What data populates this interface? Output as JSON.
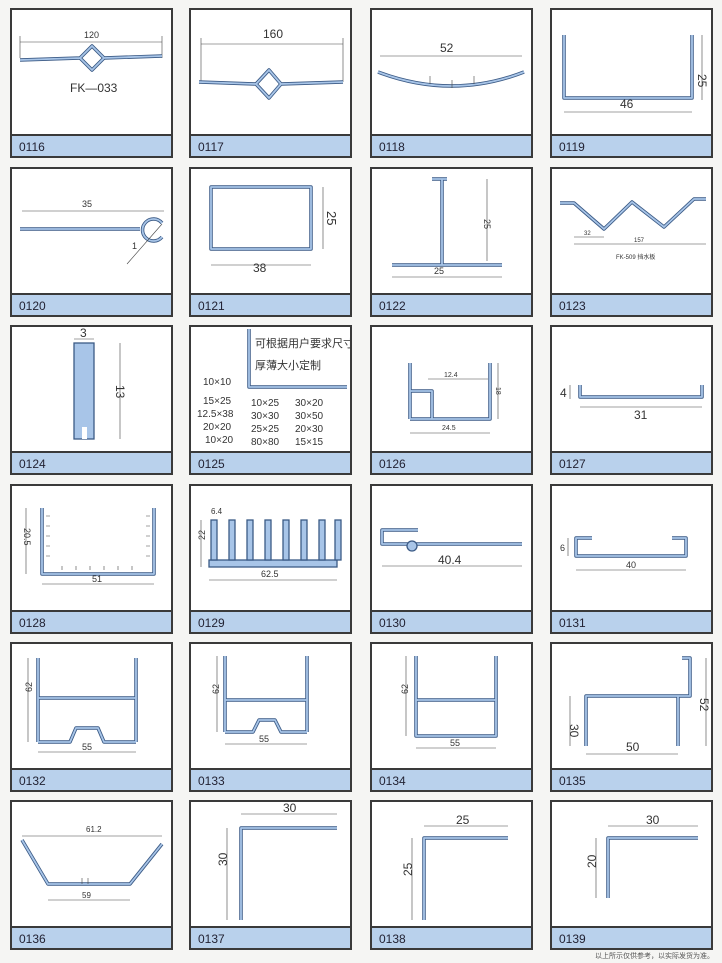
{
  "cards": [
    {
      "code": "0116",
      "dims": [
        "120"
      ],
      "note": "FK—033"
    },
    {
      "code": "0117",
      "dims": [
        "160"
      ]
    },
    {
      "code": "0118",
      "dims": [
        "52"
      ]
    },
    {
      "code": "0119",
      "dims": [
        "25",
        "46"
      ]
    },
    {
      "code": "0120",
      "dims": [
        "35",
        "1"
      ]
    },
    {
      "code": "0121",
      "dims": [
        "38",
        "25"
      ]
    },
    {
      "code": "0122",
      "dims": [
        "25",
        "25"
      ]
    },
    {
      "code": "0123",
      "dims": [
        "32",
        "157"
      ],
      "note": "FK-509  挡水板"
    },
    {
      "code": "0124",
      "dims": [
        "3",
        "13"
      ]
    },
    {
      "code": "0125",
      "note_lines": [
        "可根据用户要求尺寸",
        "厚薄大小定制"
      ],
      "sizes_col1": [
        "10×10",
        "15×25",
        "12.5×38",
        "20×20",
        "10×20"
      ],
      "sizes_col2": [
        "10×25",
        "30×30",
        "25×25",
        "80×80"
      ],
      "sizes_col3": [
        "30×20",
        "30×50",
        "20×30",
        "15×15"
      ]
    },
    {
      "code": "0126",
      "dims": [
        "12.4",
        "18",
        "24.5"
      ]
    },
    {
      "code": "0127",
      "dims": [
        "4",
        "31"
      ]
    },
    {
      "code": "0128",
      "dims": [
        "20.5",
        "51"
      ]
    },
    {
      "code": "0129",
      "dims": [
        "6.4",
        "22",
        "62.5"
      ]
    },
    {
      "code": "0130",
      "dims": [
        "40.4"
      ]
    },
    {
      "code": "0131",
      "dims": [
        "6",
        "40"
      ]
    },
    {
      "code": "0132",
      "dims": [
        "62",
        "55"
      ]
    },
    {
      "code": "0133",
      "dims": [
        "62",
        "55"
      ]
    },
    {
      "code": "0134",
      "dims": [
        "62",
        "55"
      ]
    },
    {
      "code": "0135",
      "dims": [
        "30",
        "52",
        "50"
      ]
    },
    {
      "code": "0136",
      "dims": [
        "61.2",
        "59"
      ]
    },
    {
      "code": "0137",
      "dims": [
        "30",
        "30"
      ]
    },
    {
      "code": "0138",
      "dims": [
        "25",
        "25"
      ]
    },
    {
      "code": "0139",
      "dims": [
        "30",
        "20"
      ]
    }
  ],
  "footnote": "以上所示仅供参考，以实际发货为准。"
}
